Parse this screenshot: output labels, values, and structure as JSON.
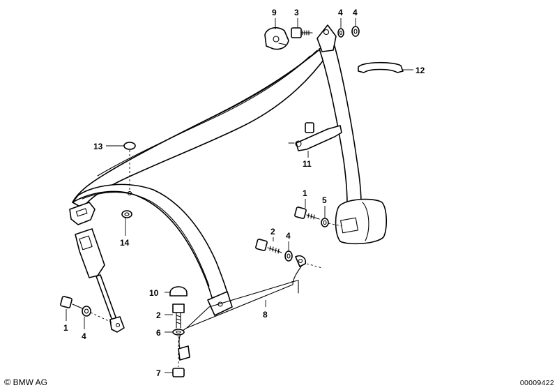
{
  "callouts": {
    "c9": "9",
    "c3": "3",
    "c4a": "4",
    "c4b": "4",
    "c12": "12",
    "c13": "13",
    "c11": "11",
    "c1a": "1",
    "c5": "5",
    "c2a": "2",
    "c4c": "4",
    "c14": "14",
    "c10": "10",
    "c8": "8",
    "c2b": "2",
    "c6": "6",
    "c1b": "1",
    "c4d": "4",
    "c7": "7"
  },
  "footer": {
    "copyright_symbol": "©",
    "copyright": "BMW AG",
    "diagram_id": "00009422"
  }
}
